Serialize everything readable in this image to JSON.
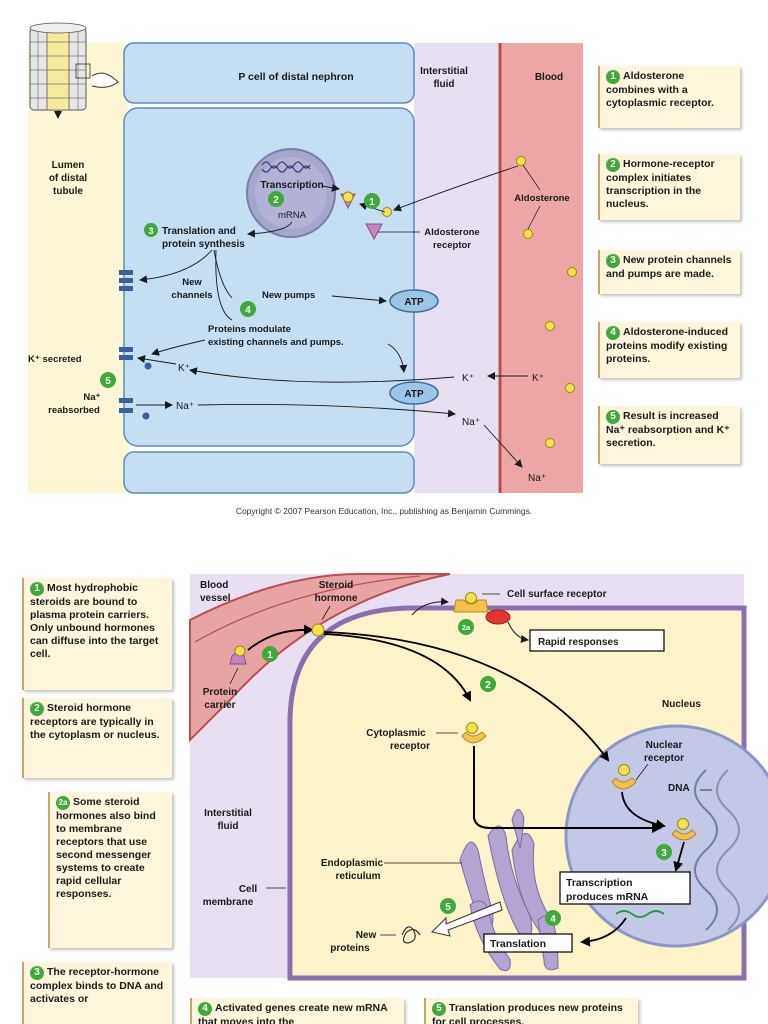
{
  "top": {
    "headers": {
      "p_cell": "P cell of distal nephron",
      "interstitial": [
        "Interstitial",
        "fluid"
      ],
      "blood": "Blood",
      "lumen": [
        "Lumen",
        "of distal",
        "tubule"
      ]
    },
    "labels": {
      "transcription": "Transcription",
      "mrna": "mRNA",
      "translation": [
        "Translation and",
        "protein synthesis"
      ],
      "new_channels": [
        "New",
        "channels"
      ],
      "new_pumps": "New pumps",
      "proteins_modulate": [
        "Proteins modulate",
        "existing channels and pumps."
      ],
      "aldosterone_receptor": [
        "Aldosterone",
        "receptor"
      ],
      "aldosterone": "Aldosterone",
      "atp": "ATP",
      "k_secreted": "K⁺ secreted",
      "na_reabsorbed": [
        "Na⁺",
        "reabsorbed"
      ],
      "k_plus": "K⁺",
      "na_plus": "Na⁺"
    },
    "steps": [
      {
        "num": "1",
        "text": "Aldosterone combines with a cytoplasmic receptor."
      },
      {
        "num": "2",
        "text": "Hormone-receptor complex initiates transcription in the nucleus."
      },
      {
        "num": "3",
        "text": "New protein channels and pumps are made."
      },
      {
        "num": "4",
        "text": "Aldosterone-induced proteins modify existing proteins."
      },
      {
        "num": "5",
        "text": "Result is increased Na⁺ reabsorption and K⁺ secretion."
      }
    ],
    "copyright": "Copyright © 2007 Pearson Education, Inc., publishing as Benjamin Cummings."
  },
  "bottom": {
    "labels": {
      "blood_vessel": [
        "Blood",
        "vessel"
      ],
      "steroid_hormone": [
        "Steroid",
        "hormone"
      ],
      "cell_surface_receptor": "Cell surface receptor",
      "rapid_responses": "Rapid responses",
      "protein_carrier": [
        "Protein",
        "carrier"
      ],
      "nucleus": "Nucleus",
      "nuclear_receptor": [
        "Nuclear",
        "receptor"
      ],
      "cytoplasmic_receptor": [
        "Cytoplasmic",
        "receptor"
      ],
      "dna": "DNA",
      "interstitial_fluid": [
        "Interstitial",
        "fluid"
      ],
      "endoplasmic_reticulum": [
        "Endoplasmic",
        "reticulum"
      ],
      "cell_membrane": [
        "Cell",
        "membrane"
      ],
      "transcription_box": [
        "Transcription",
        "produces mRNA"
      ],
      "translation_box": "Translation",
      "new_proteins": [
        "New",
        "proteins"
      ]
    },
    "steps_left": [
      {
        "num": "1",
        "text": "Most hydrophobic steroids are bound to plasma protein carriers. Only unbound hormones can diffuse into the target cell."
      },
      {
        "num": "2",
        "text": "Steroid hormone receptors are typically in the cytoplasm or nucleus."
      },
      {
        "num": "2a",
        "text": "Some steroid hormones also bind to membrane receptors that use second messenger systems to create rapid cellular responses."
      },
      {
        "num": "3",
        "text": "The receptor-hormone complex binds to DNA and activates or"
      }
    ],
    "steps_bottom": [
      {
        "num": "4",
        "text": "Activated genes create new mRNA that moves into the"
      },
      {
        "num": "5",
        "text": "Translation produces new proteins for cell processes."
      }
    ]
  },
  "colors": {
    "cell_blue": "#c5def2",
    "interstitial_lavender": "#e8e0f2",
    "blood_red": "#eea5a5",
    "lumen_yellow": "#fdf6d4",
    "step_green": "#3faa3a",
    "hormone_yellow": "#f3e24a"
  }
}
